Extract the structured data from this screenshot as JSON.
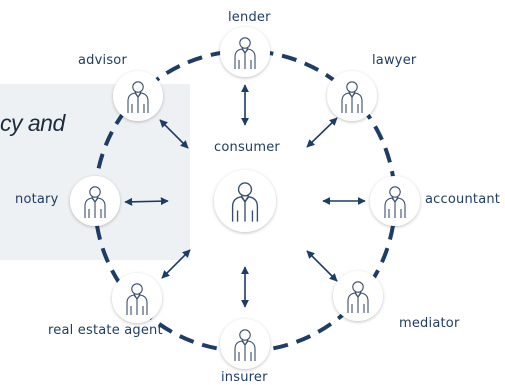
{
  "heading_fragment": "cy and",
  "center": {
    "label": "consumer",
    "icon": "businesswoman-with-tablet-icon"
  },
  "nodes": [
    {
      "id": "lender",
      "label": "lender",
      "icon": "businessman-icon"
    },
    {
      "id": "lawyer",
      "label": "lawyer",
      "icon": "businessman-with-tie-icon"
    },
    {
      "id": "accountant",
      "label": "accountant",
      "icon": "person-at-desk-icon"
    },
    {
      "id": "mediator",
      "label": "mediator",
      "icon": "businessman-icon"
    },
    {
      "id": "insurer",
      "label": "insurer",
      "icon": "person-arms-crossed-icon"
    },
    {
      "id": "real-estate-agent",
      "label": "real estate agent",
      "icon": "woman-with-folder-icon"
    },
    {
      "id": "notary",
      "label": "notary",
      "icon": "person-at-desk-icon"
    },
    {
      "id": "advisor",
      "label": "advisor",
      "icon": "woman-with-phone-icon"
    }
  ],
  "colors": {
    "ring": "#1d3c66",
    "arrow": "#1d3c66",
    "text": "#1f3d63",
    "panel": "#eef1f3",
    "icon_line": "#3a4f6e"
  }
}
